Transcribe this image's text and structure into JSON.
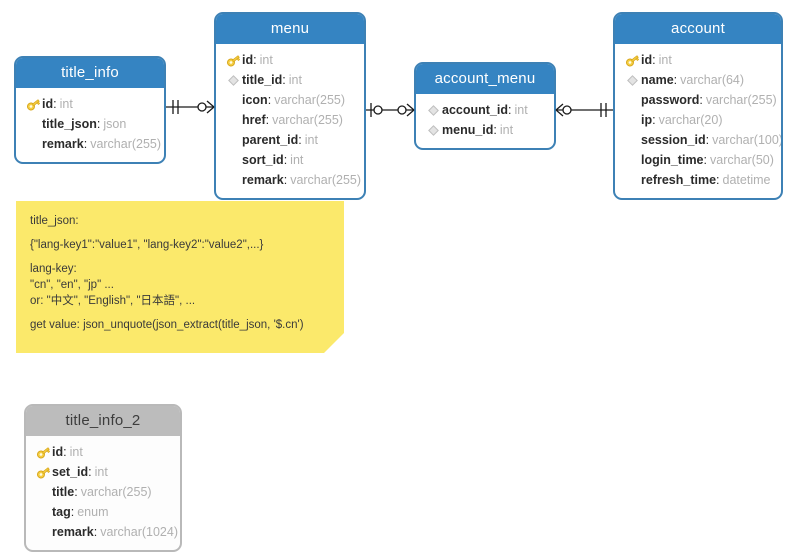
{
  "diagram": {
    "type": "entity-relationship-diagram",
    "notation": "crow-foot",
    "background": "#ffffff",
    "colors": {
      "header_blue": "#3584c2",
      "border_blue": "#3d81b5",
      "header_gray": "#bcbcbc",
      "note_yellow": "#fbe96b",
      "field_name": "#2b2b2b",
      "field_type": "#b0b0b0",
      "key_icon": "#f2c230"
    }
  },
  "entities": [
    {
      "id": "title_info",
      "name": "title_info",
      "state": "active",
      "fields": [
        {
          "icon": "key-icon",
          "name": "id",
          "type": "int"
        },
        {
          "icon": "none",
          "name": "title_json",
          "type": "json"
        },
        {
          "icon": "none",
          "name": "remark",
          "type": "varchar(255)"
        }
      ]
    },
    {
      "id": "menu",
      "name": "menu",
      "state": "active",
      "fields": [
        {
          "icon": "key-icon",
          "name": "id",
          "type": "int"
        },
        {
          "icon": "diamond-icon",
          "name": "title_id",
          "type": "int"
        },
        {
          "icon": "none",
          "name": "icon",
          "type": "varchar(255)"
        },
        {
          "icon": "none",
          "name": "href",
          "type": "varchar(255)"
        },
        {
          "icon": "none",
          "name": "parent_id",
          "type": "int"
        },
        {
          "icon": "none",
          "name": "sort_id",
          "type": "int"
        },
        {
          "icon": "none",
          "name": "remark",
          "type": "varchar(255)"
        }
      ]
    },
    {
      "id": "account_menu",
      "name": "account_menu",
      "state": "active",
      "fields": [
        {
          "icon": "diamond-icon",
          "name": "account_id",
          "type": "int"
        },
        {
          "icon": "diamond-icon",
          "name": "menu_id",
          "type": "int"
        }
      ]
    },
    {
      "id": "account",
      "name": "account",
      "state": "active",
      "fields": [
        {
          "icon": "key-icon",
          "name": "id",
          "type": "int"
        },
        {
          "icon": "diamond-icon",
          "name": "name",
          "type": "varchar(64)"
        },
        {
          "icon": "none",
          "name": "password",
          "type": "varchar(255)"
        },
        {
          "icon": "none",
          "name": "ip",
          "type": "varchar(20)"
        },
        {
          "icon": "none",
          "name": "session_id",
          "type": "varchar(100)"
        },
        {
          "icon": "none",
          "name": "login_time",
          "type": "varchar(50)"
        },
        {
          "icon": "none",
          "name": "refresh_time",
          "type": "datetime"
        }
      ]
    },
    {
      "id": "title_info_2",
      "name": "title_info_2",
      "state": "inactive",
      "fields": [
        {
          "icon": "key-icon",
          "name": "id",
          "type": "int"
        },
        {
          "icon": "key-icon",
          "name": "set_id",
          "type": "int"
        },
        {
          "icon": "none",
          "name": "title",
          "type": "varchar(255)"
        },
        {
          "icon": "none",
          "name": "tag",
          "type": "enum"
        },
        {
          "icon": "none",
          "name": "remark",
          "type": "varchar(1024)"
        }
      ]
    }
  ],
  "relationships": [
    {
      "id": "title_info-menu",
      "from": "title_info",
      "to": "menu",
      "from_cardinality": "one-and-only-one",
      "to_cardinality": "zero-or-many"
    },
    {
      "id": "menu-account_menu",
      "from": "menu",
      "to": "account_menu",
      "from_cardinality": "zero-or-one",
      "to_cardinality": "zero-or-many"
    },
    {
      "id": "account_menu-account",
      "from": "account_menu",
      "to": "account",
      "from_cardinality": "zero-or-many",
      "to_cardinality": "one-and-only-one"
    }
  ],
  "note": {
    "id": "title_json-note",
    "lines": [
      "title_json:",
      "{\"lang-key1\":\"value1\", \"lang-key2\":\"value2\",...}",
      "lang-key:",
      "\"cn\", \"en\", \"jp\" ...",
      "or: \"中文\", \"English\", \"日本語\", ...",
      "get value: json_unquote(json_extract(title_json, '$.cn')"
    ]
  }
}
